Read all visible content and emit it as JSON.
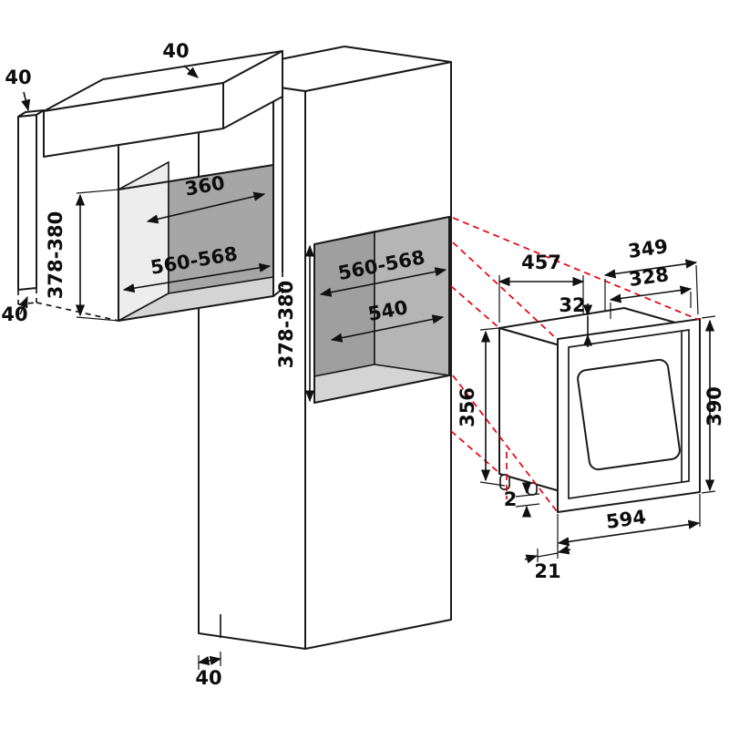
{
  "diagram": {
    "kind": "built-in microwave installation drawing"
  },
  "wall_cabinet": {
    "top_clearance": "40",
    "niche_depth": "360",
    "niche_width": "560-568",
    "niche_height": "378-380",
    "bottom_clearance": "40"
  },
  "tall_cabinet": {
    "top_clearance": "40",
    "niche_width": "560-568",
    "niche_depth": "540",
    "niche_height": "378-380",
    "plinth_clearance": "40"
  },
  "appliance": {
    "depth": "457",
    "top_width": "349",
    "inner_width": "328",
    "top_gap": "32",
    "body_height": "356",
    "front_height": "390",
    "front_width": "594",
    "foot_gap": "2",
    "frame_overhang": "21"
  },
  "colors": {
    "outline": "#1a1a1a",
    "projection_line": "#e8000d",
    "niche_back": "#9f9f9f",
    "niche_side": "#b5b5b5",
    "niche_floor": "#d4d4d4"
  }
}
